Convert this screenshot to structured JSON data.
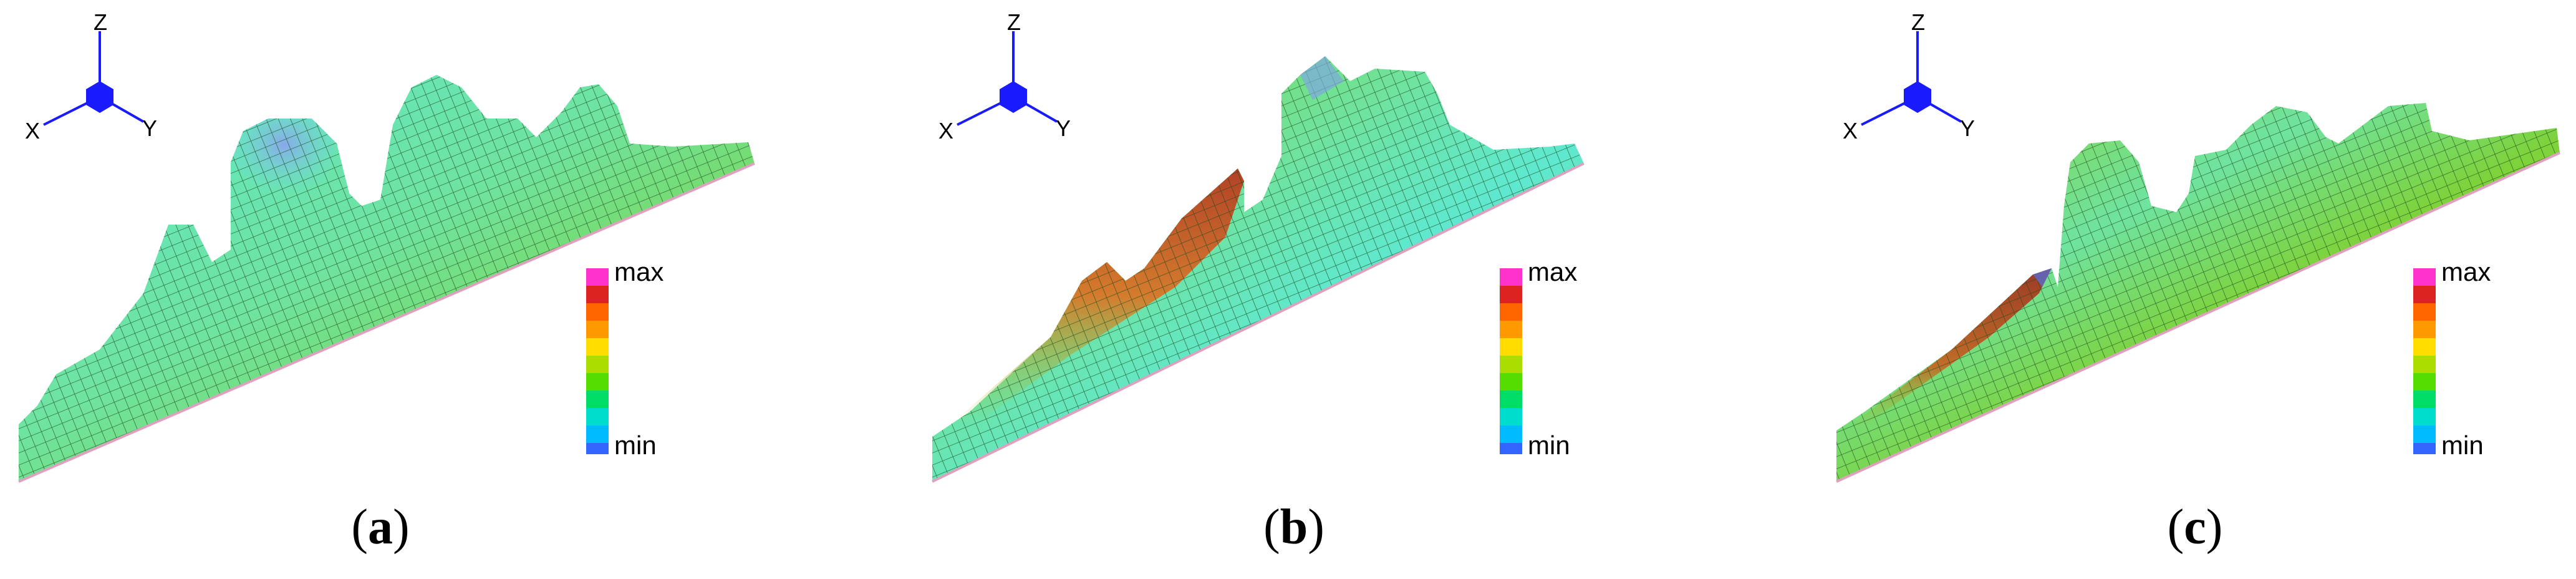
{
  "panels": [
    {
      "label": "a",
      "axes": {
        "z": "Z",
        "x": "X",
        "y": "Y"
      },
      "legend": {
        "max": "max",
        "min": "min"
      }
    },
    {
      "label": "b",
      "axes": {
        "z": "Z",
        "x": "X",
        "y": "Y"
      },
      "legend": {
        "max": "max",
        "min": "min"
      }
    },
    {
      "label": "c",
      "axes": {
        "z": "Z",
        "x": "X",
        "y": "Y"
      },
      "legend": {
        "max": "max",
        "min": "min"
      }
    }
  ],
  "colors": {
    "axis_blue": "#1a1aff",
    "mesh_green": "#7ed23a",
    "mesh_cyan": "#5fe8d0",
    "mesh_blue": "#7ea8e0",
    "mesh_red": "#c0301a",
    "mesh_line": "#1c4a1c",
    "base_line": "#e0a0c0"
  },
  "legend_colors": [
    "#ff33cc",
    "#dd2222",
    "#ff6600",
    "#ff9900",
    "#ffdd00",
    "#aadd00",
    "#55dd00",
    "#00dd66",
    "#00ddcc",
    "#00bbff",
    "#3366ff"
  ],
  "icons": [
    "axis-triad-icon",
    "color-scale-bar"
  ]
}
